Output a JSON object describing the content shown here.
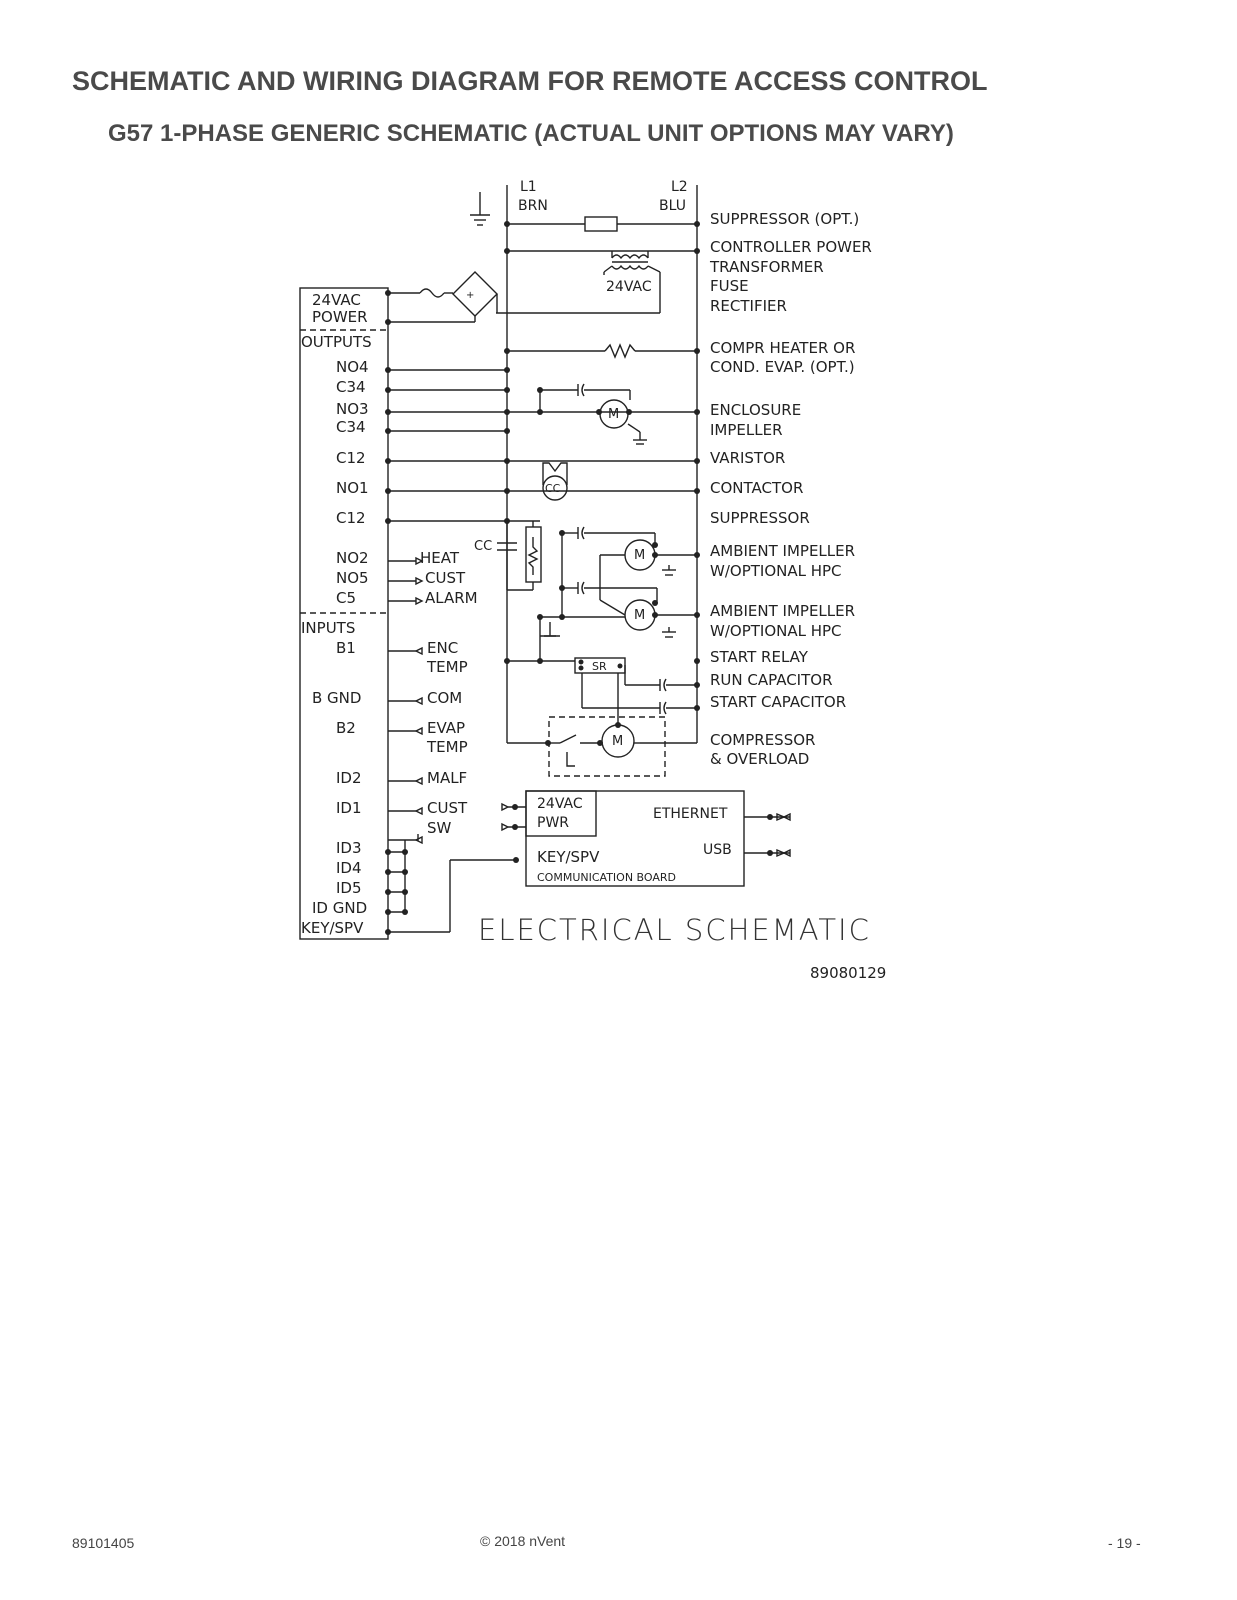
{
  "header": {
    "title": "SCHEMATIC AND WIRING DIAGRAM FOR REMOTE ACCESS CONTROL",
    "subtitle": "G57 1-PHASE GENERIC SCHEMATIC (ACTUAL UNIT OPTIONS MAY VARY)"
  },
  "diagram": {
    "line_labels": {
      "l1": "L1",
      "l1_color": "BRN",
      "l2": "L2",
      "l2_color": "BLU"
    },
    "right_labels": [
      "SUPPRESSOR (OPT.)",
      "CONTROLLER POWER",
      "TRANSFORMER",
      "FUSE",
      "RECTIFIER",
      "COMPR HEATER OR",
      "COND. EVAP. (OPT.)",
      "ENCLOSURE",
      "IMPELLER",
      "VARISTOR",
      "CONTACTOR",
      "SUPPRESSOR",
      "AMBIENT IMPELLER",
      "W/OPTIONAL HPC",
      "AMBIENT IMPELLER",
      "W/OPTIONAL HPC",
      "START RELAY",
      "RUN CAPACITOR",
      "START CAPACITOR",
      "COMPRESSOR",
      "& OVERLOAD"
    ],
    "controller_labels": [
      "24VAC",
      "POWER",
      "OUTPUTS",
      "NO4",
      "C34",
      "NO3",
      "C34",
      "C12",
      "NO1",
      "C12",
      "NO2",
      "NO5",
      "C5",
      "INPUTS",
      "B1",
      "B GND",
      "B2",
      "ID2",
      "ID1",
      "ID3",
      "ID4",
      "ID5",
      "ID GND",
      "KEY/SPV"
    ],
    "io_labels": [
      "HEAT",
      "CUST",
      "ALARM",
      "ENC",
      "TEMP",
      "COM",
      "EVAP",
      "TEMP",
      "MALF",
      "CUST",
      "SW"
    ],
    "component_labels": {
      "transformer": "24VAC",
      "motor": "M",
      "contactor_coil": "CC",
      "contactor_contact": "CC",
      "start_relay": "SR"
    },
    "comm_board": {
      "power": "24VAC",
      "power2": "PWR",
      "ethernet": "ETHERNET",
      "usb": "USB",
      "key_spv": "KEY/SPV",
      "name": "COMMUNICATION BOARD"
    },
    "title": "ELECTRICAL SCHEMATIC",
    "drawing_number": "89080129"
  },
  "footer": {
    "doc_number": "89101405",
    "copyright": "© 2018 nVent",
    "page": "- 19 -"
  }
}
